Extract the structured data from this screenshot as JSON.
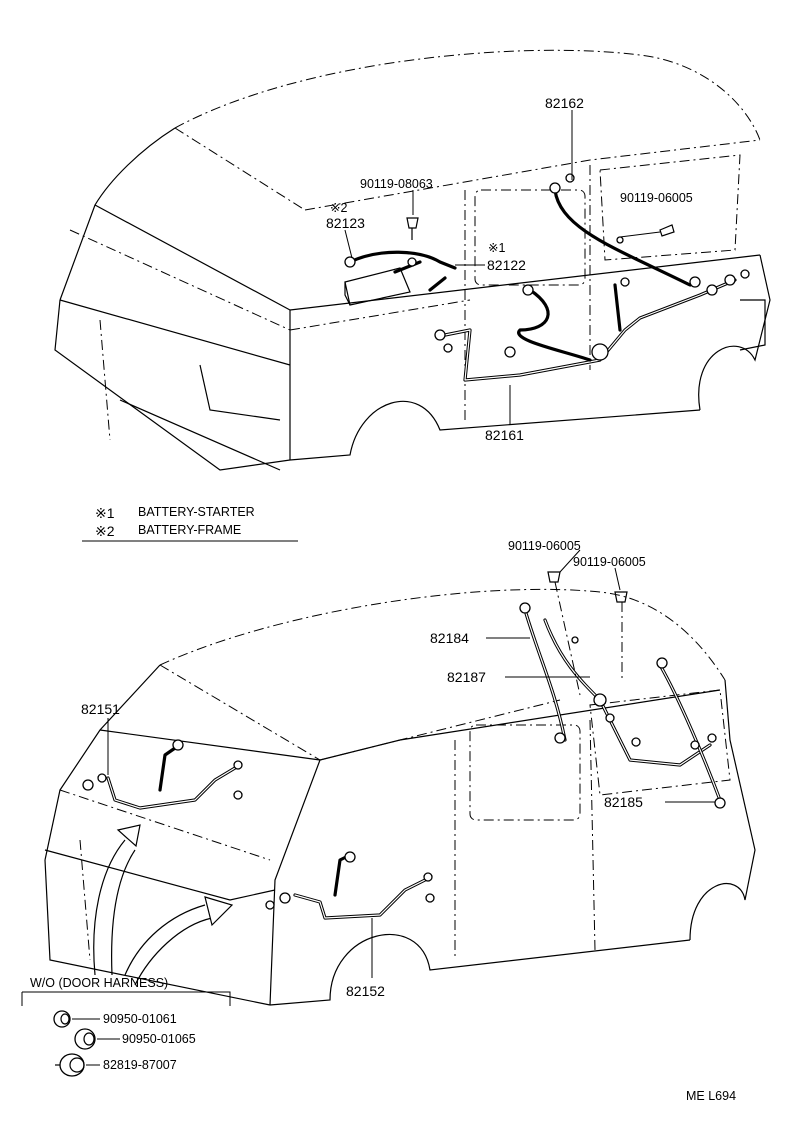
{
  "parts": {
    "p82162": "82162",
    "p90119_08063": "90119-08063",
    "p90119_06005_top": "90119-06005",
    "note2_top": "※2",
    "p82123": "82123",
    "note1_top": "※1",
    "p82122": "82122",
    "p82161": "82161",
    "p90119_06005_a": "90119-06005",
    "p90119_06005_b": "90119-06005",
    "p82184": "82184",
    "p82187": "82187",
    "p82151": "82151",
    "p82185": "82185",
    "p82152": "82152"
  },
  "legend": {
    "item1_mark": "※1",
    "item1_text": "BATTERY-STARTER",
    "item2_mark": "※2",
    "item2_text": "BATTERY-FRAME"
  },
  "door_box": {
    "title": "W/O (DOOR HARNESS)",
    "item1": "90950-01061",
    "item2": "90950-01065",
    "item3": "82819-87007"
  },
  "code": "ME L694"
}
